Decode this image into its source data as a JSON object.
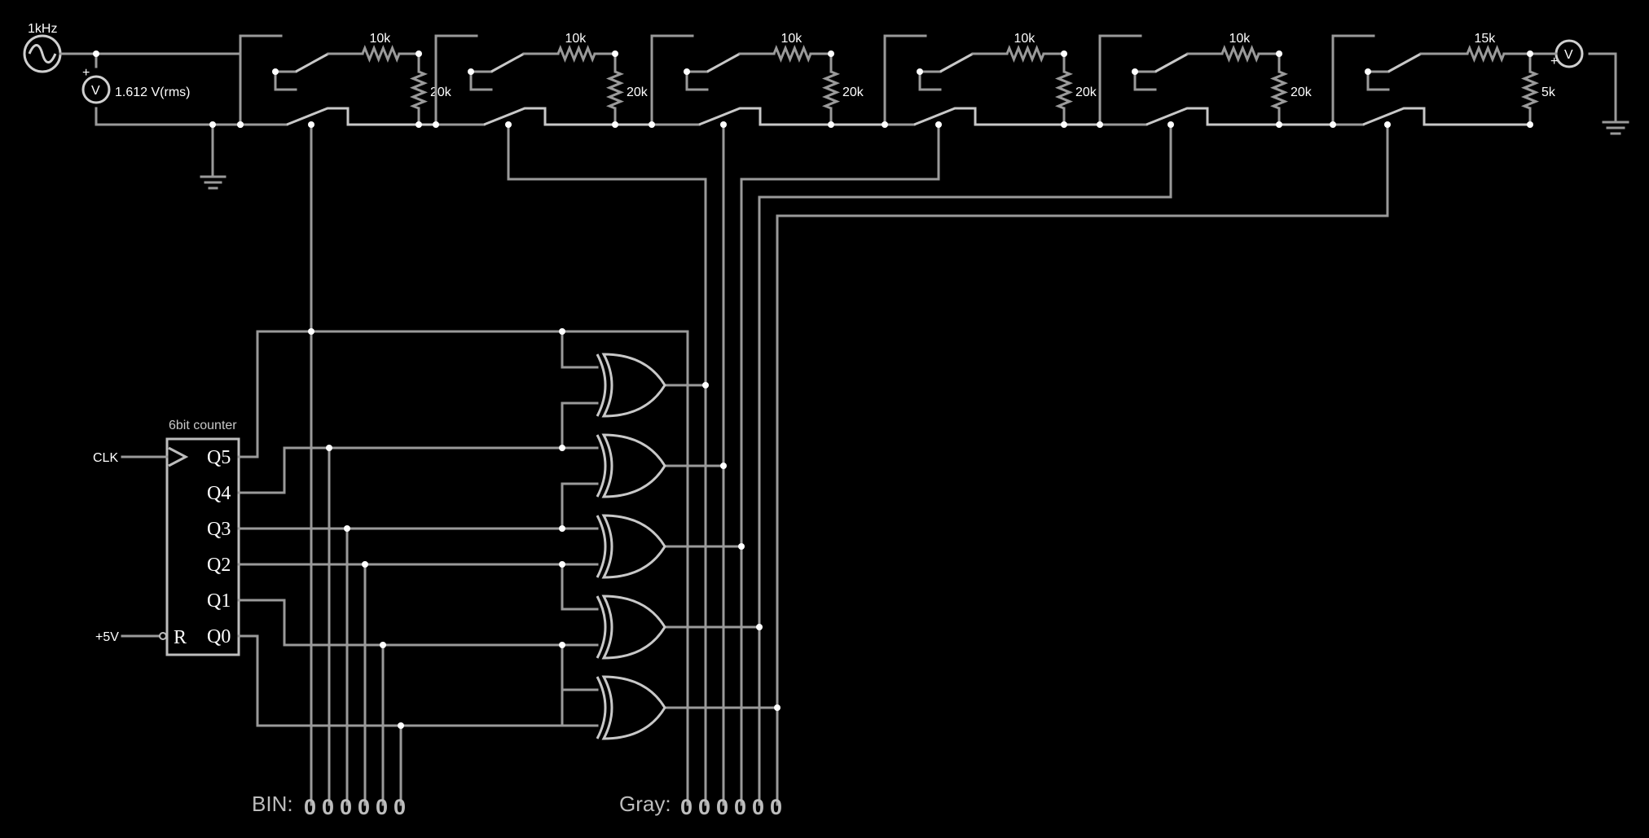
{
  "source": {
    "frequency_label": "1kHz"
  },
  "voltmeter_left": {
    "symbol": "V",
    "reading": "1.612 V(rms)",
    "polarity": "+"
  },
  "voltmeter_right": {
    "symbol": "V",
    "polarity": "+"
  },
  "ladder": {
    "series_resistors": [
      "10k",
      "10k",
      "10k",
      "10k",
      "10k",
      "15k"
    ],
    "shunt_resistors": [
      "20k",
      "20k",
      "20k",
      "20k",
      "20k",
      "5k"
    ]
  },
  "counter": {
    "title": "6bit counter",
    "outputs": [
      "Q5",
      "Q4",
      "Q3",
      "Q2",
      "Q1",
      "Q0"
    ],
    "reset_pin": "R",
    "clock_input_label": "CLK",
    "reset_input_label": "+5V"
  },
  "bin_display": {
    "label": "BIN:",
    "bits": [
      "0",
      "0",
      "0",
      "0",
      "0",
      "0"
    ]
  },
  "gray_display": {
    "label": "Gray:",
    "bits": [
      "0",
      "0",
      "0",
      "0",
      "0",
      "0"
    ]
  }
}
